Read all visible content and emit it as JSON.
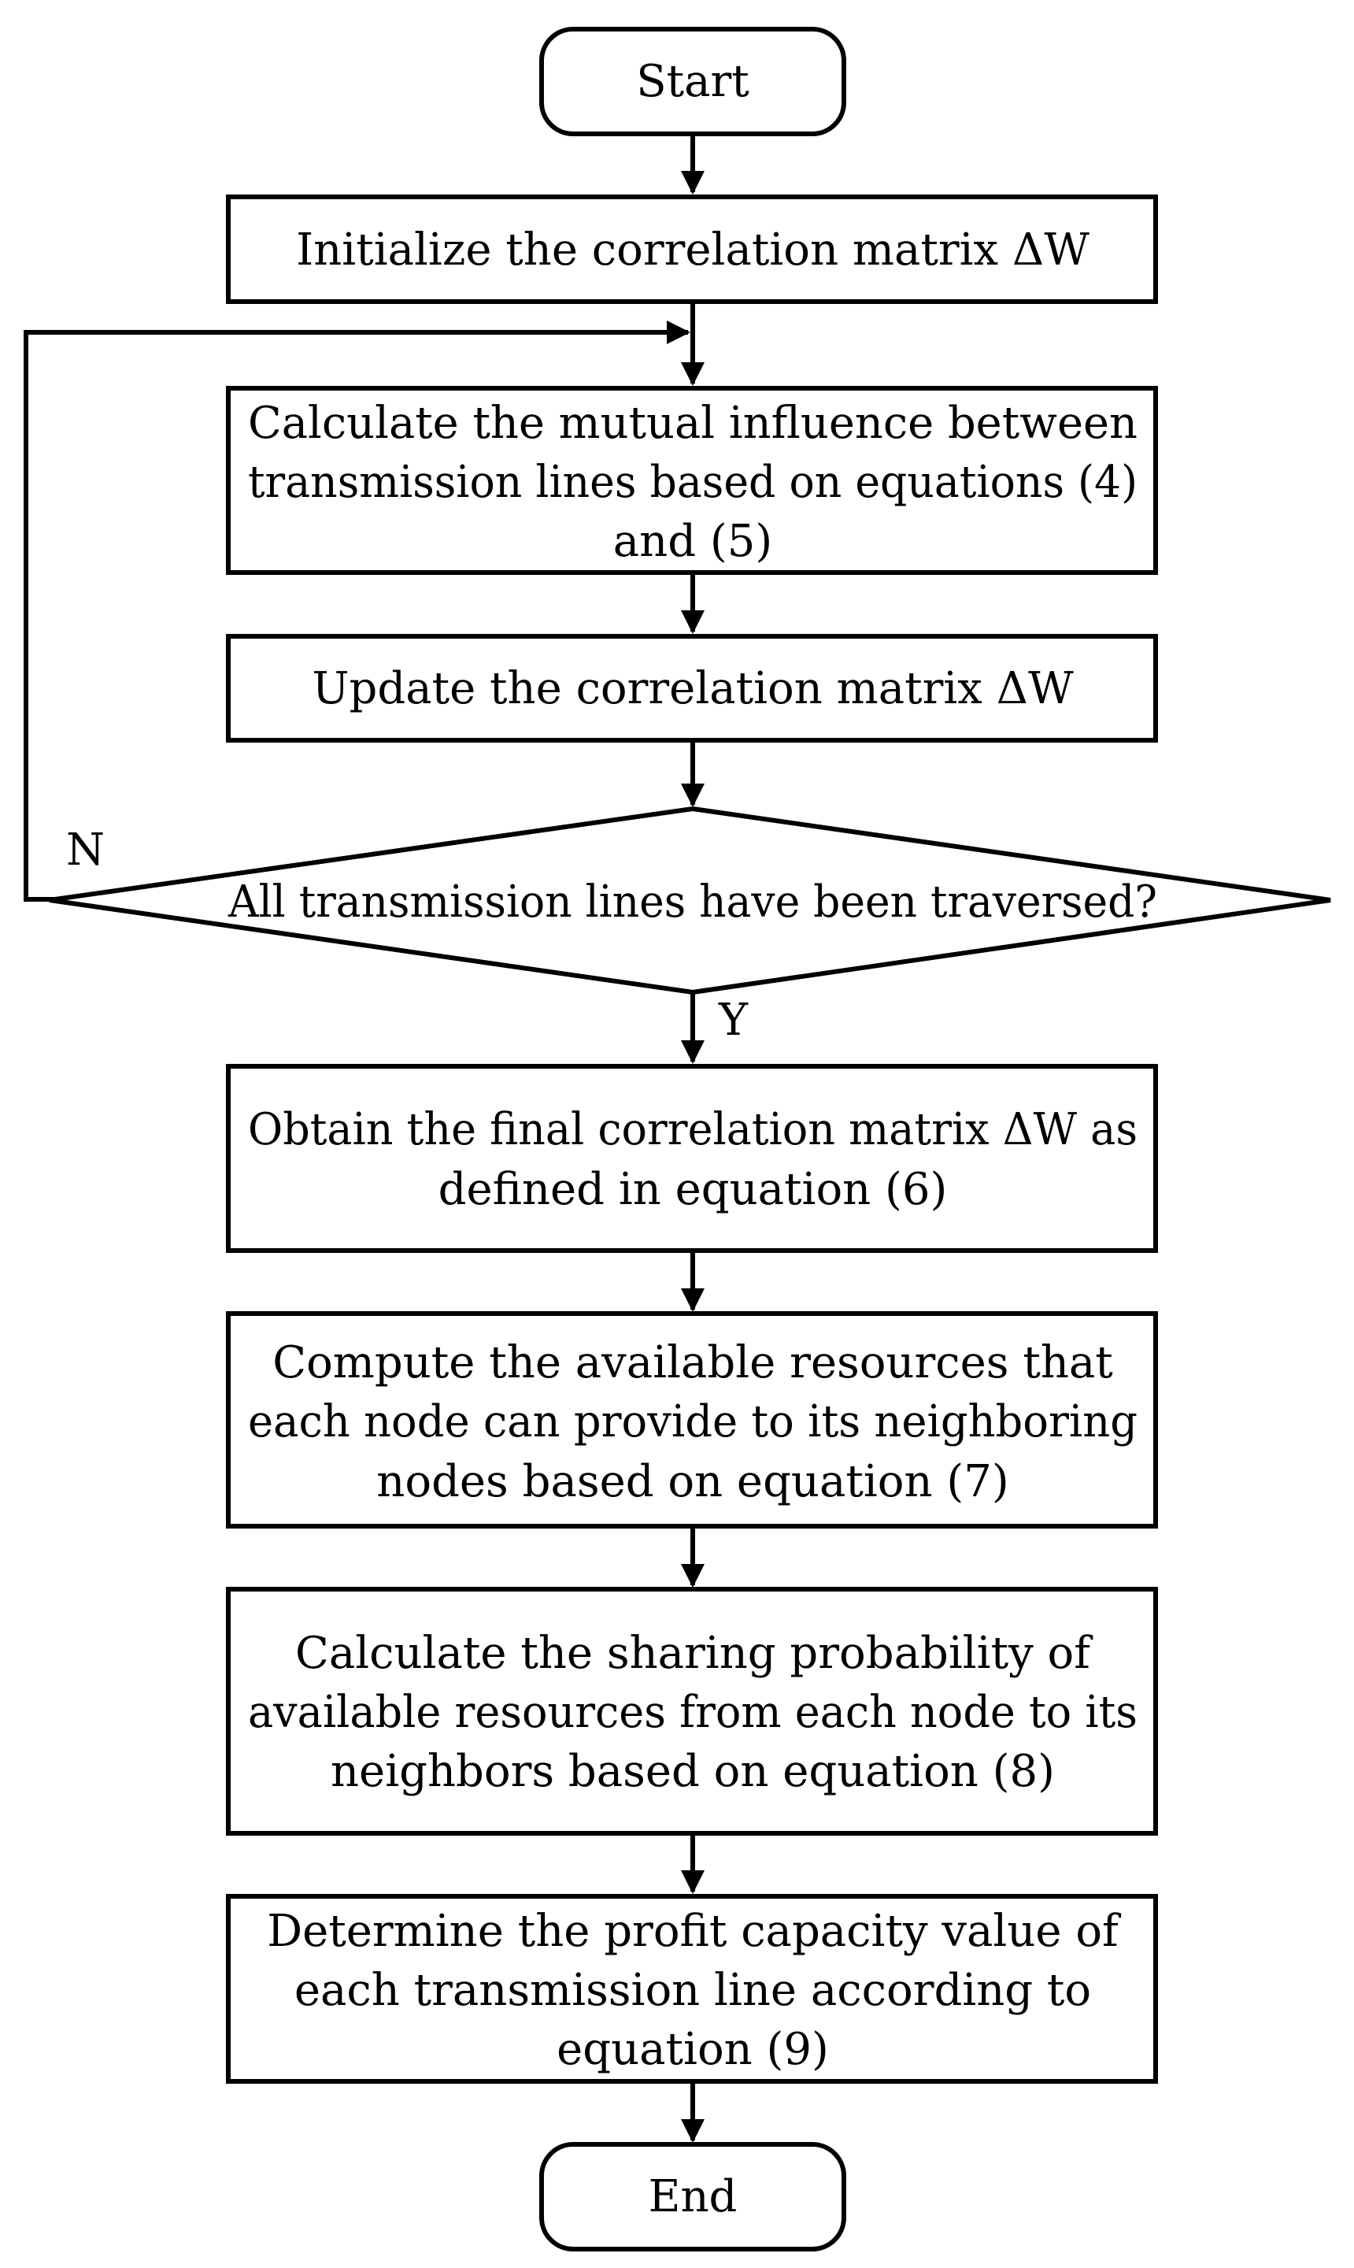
{
  "nodes": {
    "start": {
      "lines": [
        "Start"
      ]
    },
    "init": {
      "lines": [
        "Initialize the correlation matrix ΔW"
      ]
    },
    "calc": {
      "lines": [
        "Calculate the mutual influence between",
        "transmission lines based on equations (4)",
        "and (5)"
      ]
    },
    "update": {
      "lines": [
        "Update the correlation matrix ΔW"
      ]
    },
    "decision": {
      "lines": [
        "All transmission lines have been traversed?"
      ]
    },
    "obtain": {
      "lines": [
        "Obtain the final correlation matrix ΔW as",
        "defined in equation (6)"
      ]
    },
    "compute": {
      "lines": [
        "Compute the available resources that",
        "each node can provide to its neighboring",
        "nodes based on equation (7)"
      ]
    },
    "share": {
      "lines": [
        "Calculate the sharing probability of",
        "available resources from each node to its",
        "neighbors based on equation (8)"
      ]
    },
    "profit": {
      "lines": [
        "Determine the profit capacity value of",
        "each transmission line according to",
        "equation (9)"
      ]
    },
    "end": {
      "lines": [
        "End"
      ]
    }
  },
  "edge_labels": {
    "no": "N",
    "yes": "Y"
  }
}
